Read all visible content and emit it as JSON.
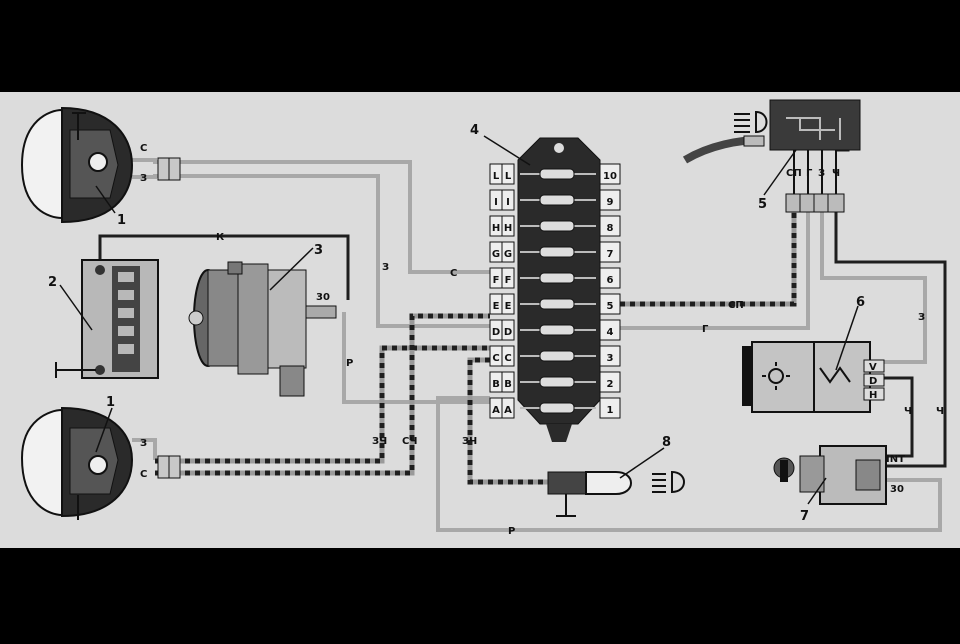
{
  "colors": {
    "bg": "#dcdcdc",
    "frame": "#000000",
    "wire_light": "#b0b0b0",
    "wire_dark": "#222222"
  },
  "component_numbers": [
    "1",
    "2",
    "3",
    "1",
    "4",
    "5",
    "6",
    "7",
    "8"
  ],
  "wire_labels": [
    "С",
    "З",
    "К",
    "З",
    "С",
    "СП",
    "Г",
    "Р",
    "ЗЧ",
    "СЧ",
    "ЗЧ",
    "З",
    "Ч",
    "Ч",
    "Р"
  ],
  "switch_wire_labels": [
    "СП",
    "Г",
    "З",
    "Ч"
  ],
  "terminal_labels": [
    "30",
    "V",
    "D",
    "H",
    "INT",
    "30"
  ],
  "fuse_letters": [
    "L",
    "I",
    "H",
    "G",
    "F",
    "E",
    "D",
    "C",
    "B",
    "A"
  ],
  "fuse_numbers": [
    "10",
    "9",
    "8",
    "7",
    "6",
    "5",
    "4",
    "3",
    "2",
    "1"
  ],
  "icons": [
    "headlight-icon",
    "battery-icon",
    "alternator-icon",
    "fuse-block-icon",
    "light-switch-icon",
    "relay-icon",
    "ignition-switch-icon",
    "lamp-icon"
  ]
}
